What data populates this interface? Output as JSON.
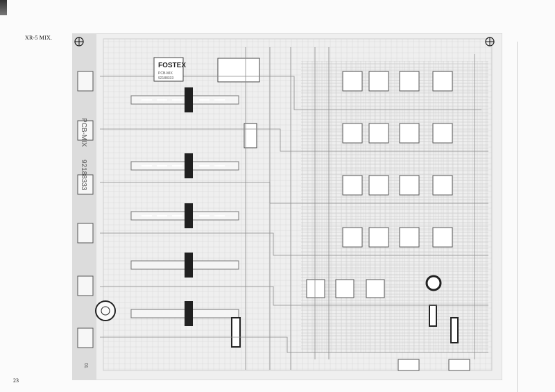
{
  "document": {
    "title": "XR-5 MIX.",
    "page_number": "23"
  },
  "board": {
    "vertical_label": "PCB-MIX",
    "part_number": "92188333",
    "logo": "FOSTEX",
    "logo_subtext": "PCB-MIX",
    "logo_code": "92188333",
    "small_mark": "01"
  }
}
